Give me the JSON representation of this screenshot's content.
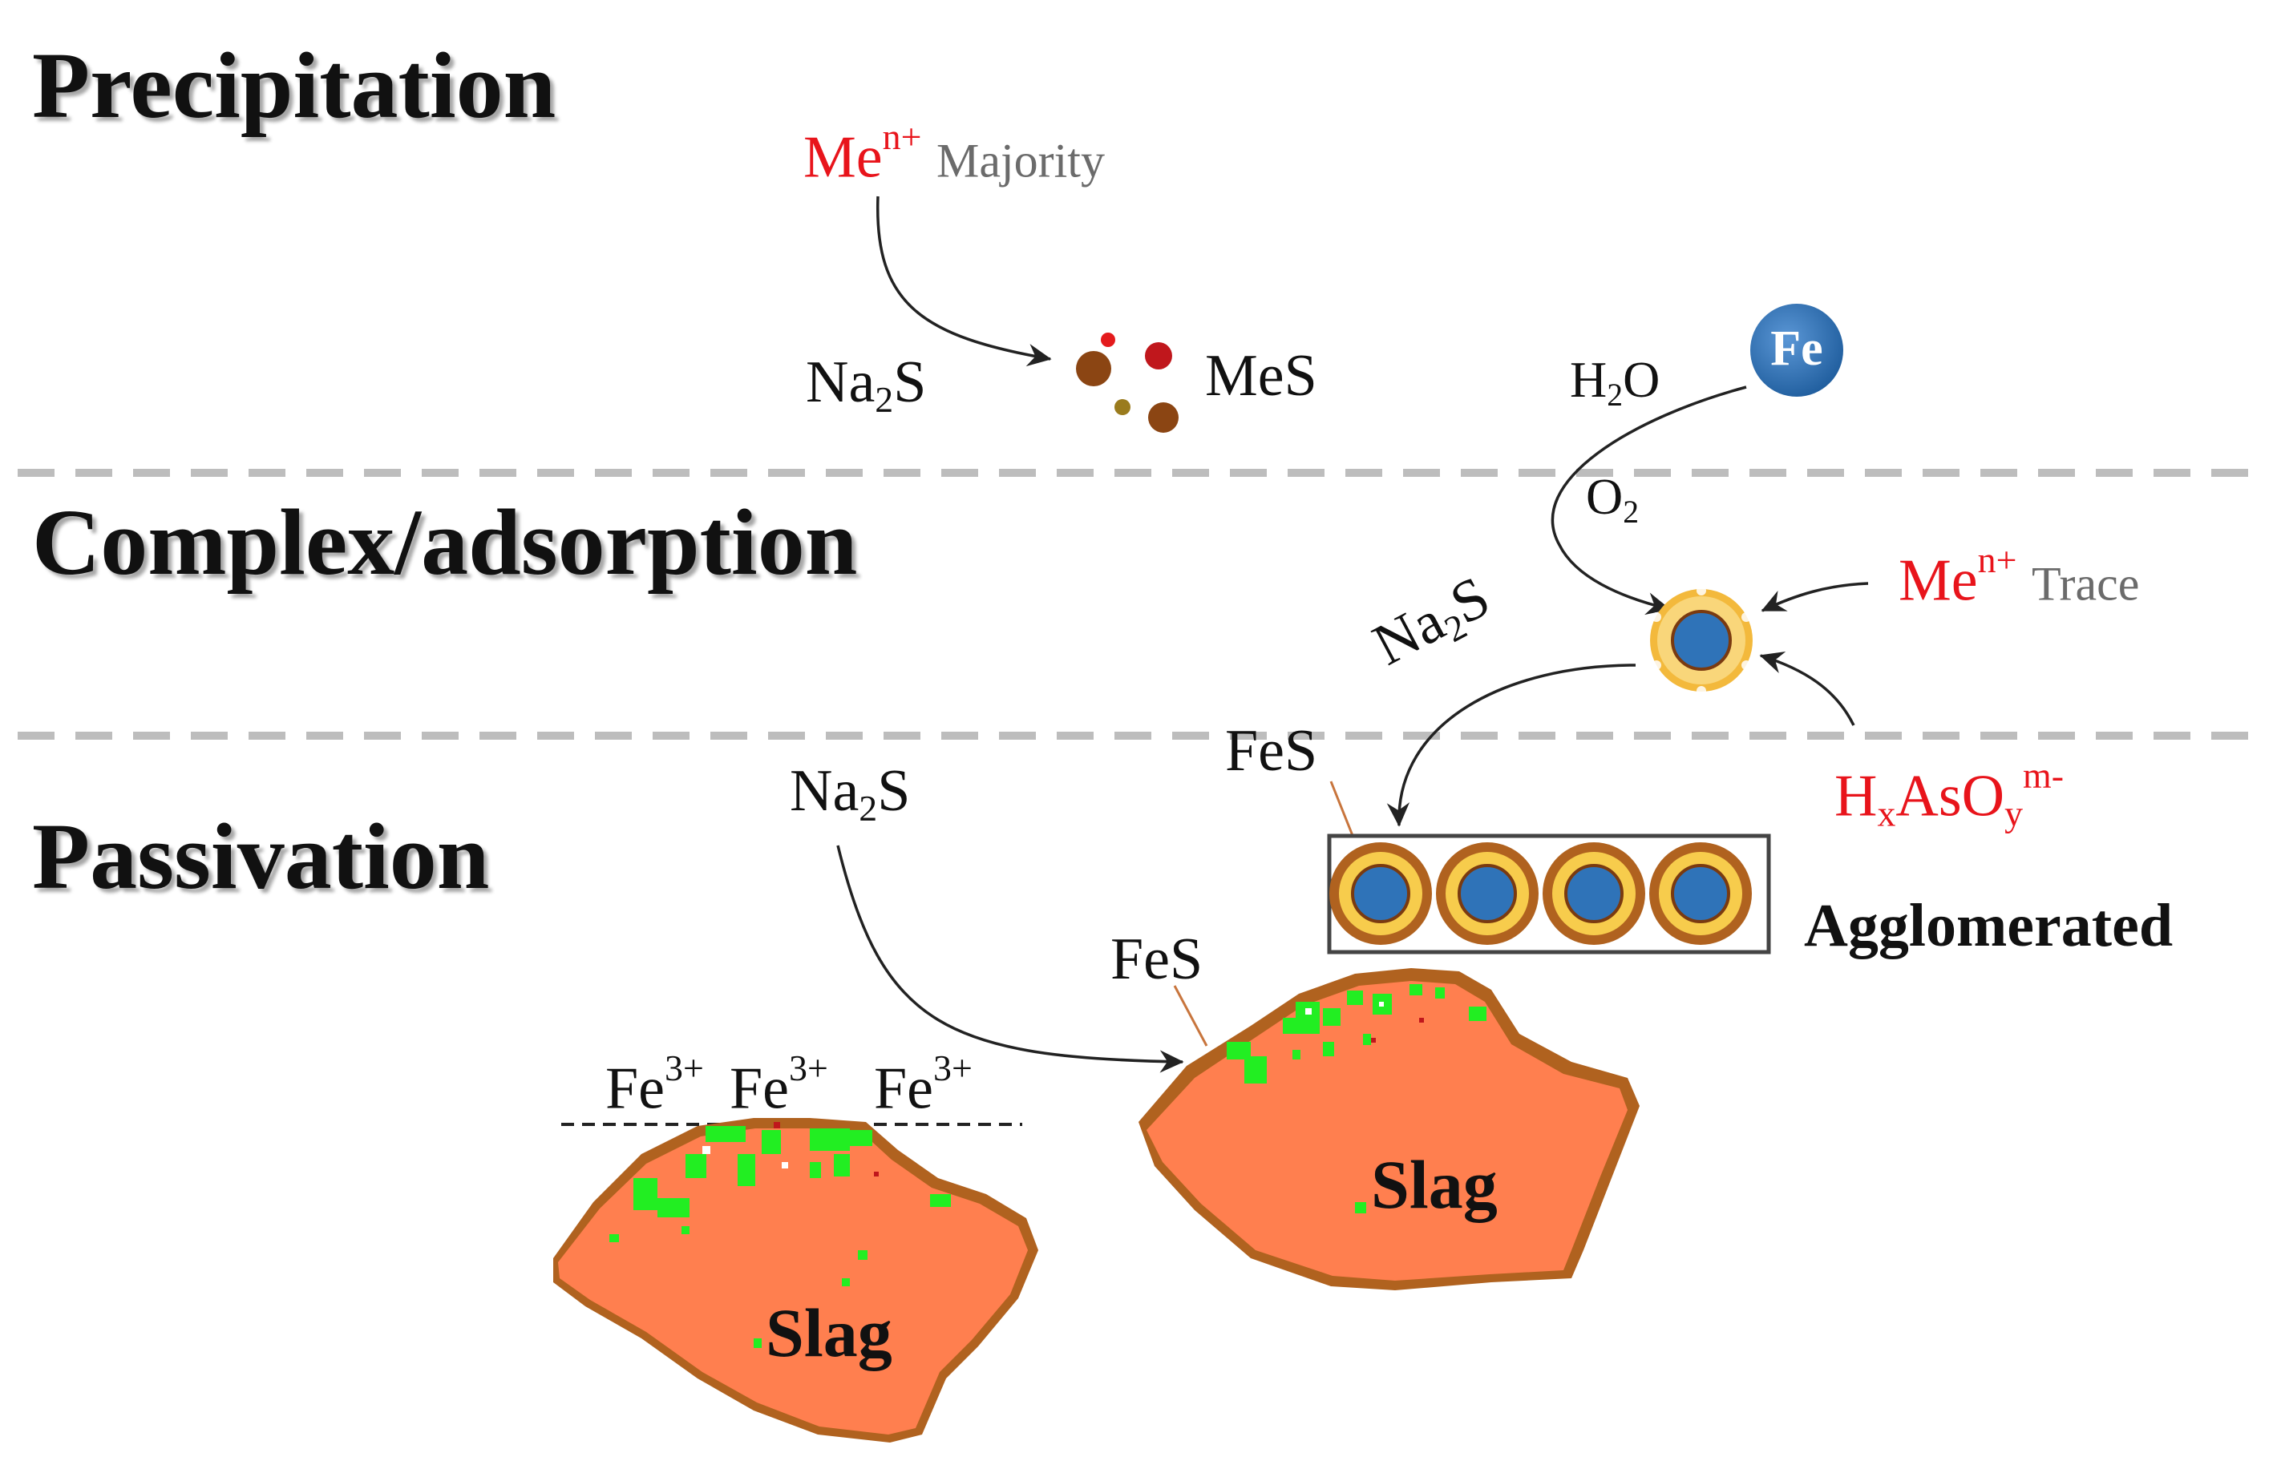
{
  "sections": {
    "precipitation": "Precipitation",
    "complex": "Complex/adsorption",
    "passivation": "Passivation"
  },
  "labels": {
    "me_symbol": "Me",
    "me_charge": "n+",
    "majority": "Majority",
    "trace": "Trace",
    "na2s_na": "Na",
    "na2s_sub": "2",
    "na2s_s": "S",
    "mes": "MeS",
    "h2o_h": "H",
    "h2o_sub": "2",
    "h2o_o": "O",
    "o2_o": "O",
    "o2_sub": "2",
    "fe_ball": "Fe",
    "arsenate_h": "H",
    "arsenate_x": "x",
    "arsenate_aso": "AsO",
    "arsenate_y": "y",
    "arsenate_charge": "m-",
    "fes": "FeS",
    "agglomerated": "Agglomerated",
    "fe3_base": "Fe",
    "fe3_charge": "3+",
    "slag": "Slag"
  },
  "colors": {
    "red_text": "#e8141b",
    "grey_text": "#6b6b6b",
    "fe_blue": "#2f73b8",
    "shell_yellow": "#f7cc4c",
    "shell_brown": "#b0621f",
    "slag_orange": "#ff7f4f",
    "slag_green": "#22ee22",
    "divider_grey": "#bdbdbd"
  }
}
